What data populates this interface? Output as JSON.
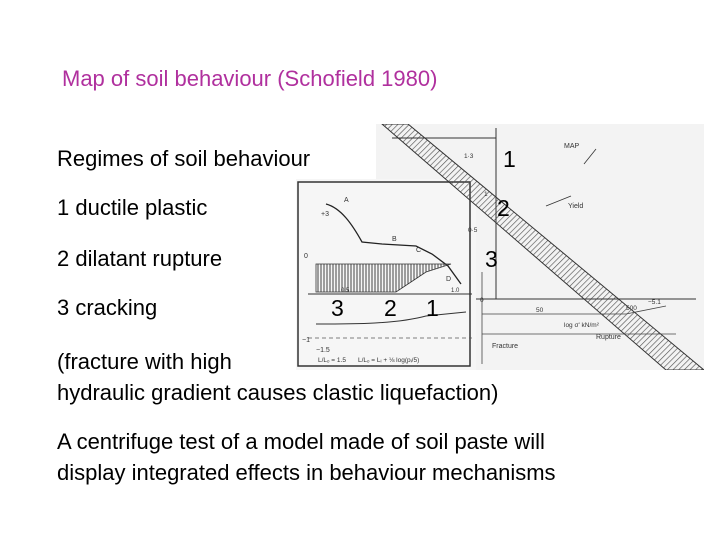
{
  "slide": {
    "title": "Map of soil behaviour (Schofield 1980)"
  },
  "regimes": {
    "heading": "Regimes of soil behaviour",
    "items": [
      "1 ductile plastic",
      "2 dilatant rupture",
      "3 cracking"
    ]
  },
  "overlay_numbers": {
    "n1": "1",
    "n2": "2",
    "n3": "3",
    "bottom": [
      "3",
      "2",
      "1"
    ]
  },
  "figure": {
    "map_label": "MAP",
    "yield_label": "Yield",
    "rupture_label": "Rupture",
    "fracture_label": "Fracture",
    "axis_label": "log σ' kN/m²",
    "tick_50": "50",
    "tick_500": "500",
    "left_labels": {
      "plus3": "+3",
      "a": "A",
      "b": "B",
      "c": "C",
      "d": "D",
      "zero": "0",
      "minus1": "−1",
      "minus15": "−1.5",
      "ratio_05": "0.5",
      "ratio_10": "1.0"
    },
    "right_labels": {
      "r13": "1·3",
      "r1": "1",
      "r05": "0·5",
      "r0": "0",
      "r51": "−5.1"
    },
    "bottom_formula_left": "L/Lₒ = 1.5",
    "bottom_formula_right": "L/Lₒ = Lᵢ + ⅛ log(pᵢ/5)"
  },
  "fracture_note": {
    "line1": "(fracture with high",
    "line2": "hydraulic gradient causes clastic liquefaction)"
  },
  "conclusion": {
    "line1": "A centrifuge test of a model made of soil paste will",
    "line2": "display integrated effects in behaviour mechanisms"
  }
}
